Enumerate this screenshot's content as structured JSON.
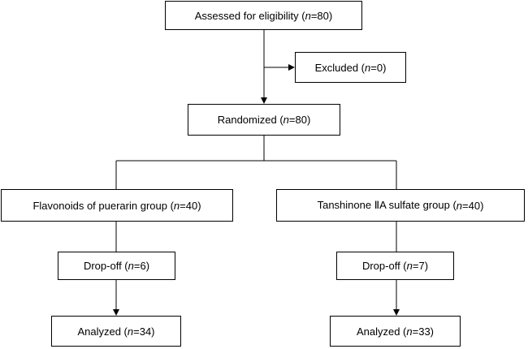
{
  "flowchart": {
    "assessed": {
      "prefix": "Assessed for eligibility (",
      "n_label": "n",
      "suffix": "=80)"
    },
    "excluded": {
      "prefix": "Excluded (",
      "n_label": "n",
      "suffix": "=0)"
    },
    "randomized": {
      "prefix": "Randomized (",
      "n_label": "n",
      "suffix": "=80)"
    },
    "group_left": {
      "prefix": "Flavonoids of puerarin group (",
      "n_label": "n",
      "suffix": "=40)"
    },
    "group_right": {
      "prefix": "Tanshinone ⅡA sulfate group (",
      "n_label": "n",
      "suffix": "=40)"
    },
    "dropoff_left": {
      "prefix": "Drop-off (",
      "n_label": "n",
      "suffix": "=6)"
    },
    "dropoff_right": {
      "prefix": "Drop-off (",
      "n_label": "n",
      "suffix": "=7)"
    },
    "analyzed_left": {
      "prefix": "Analyzed (",
      "n_label": "n",
      "suffix": "=34)"
    },
    "analyzed_right": {
      "prefix": "Analyzed (",
      "n_label": "n",
      "suffix": "=33)"
    }
  }
}
